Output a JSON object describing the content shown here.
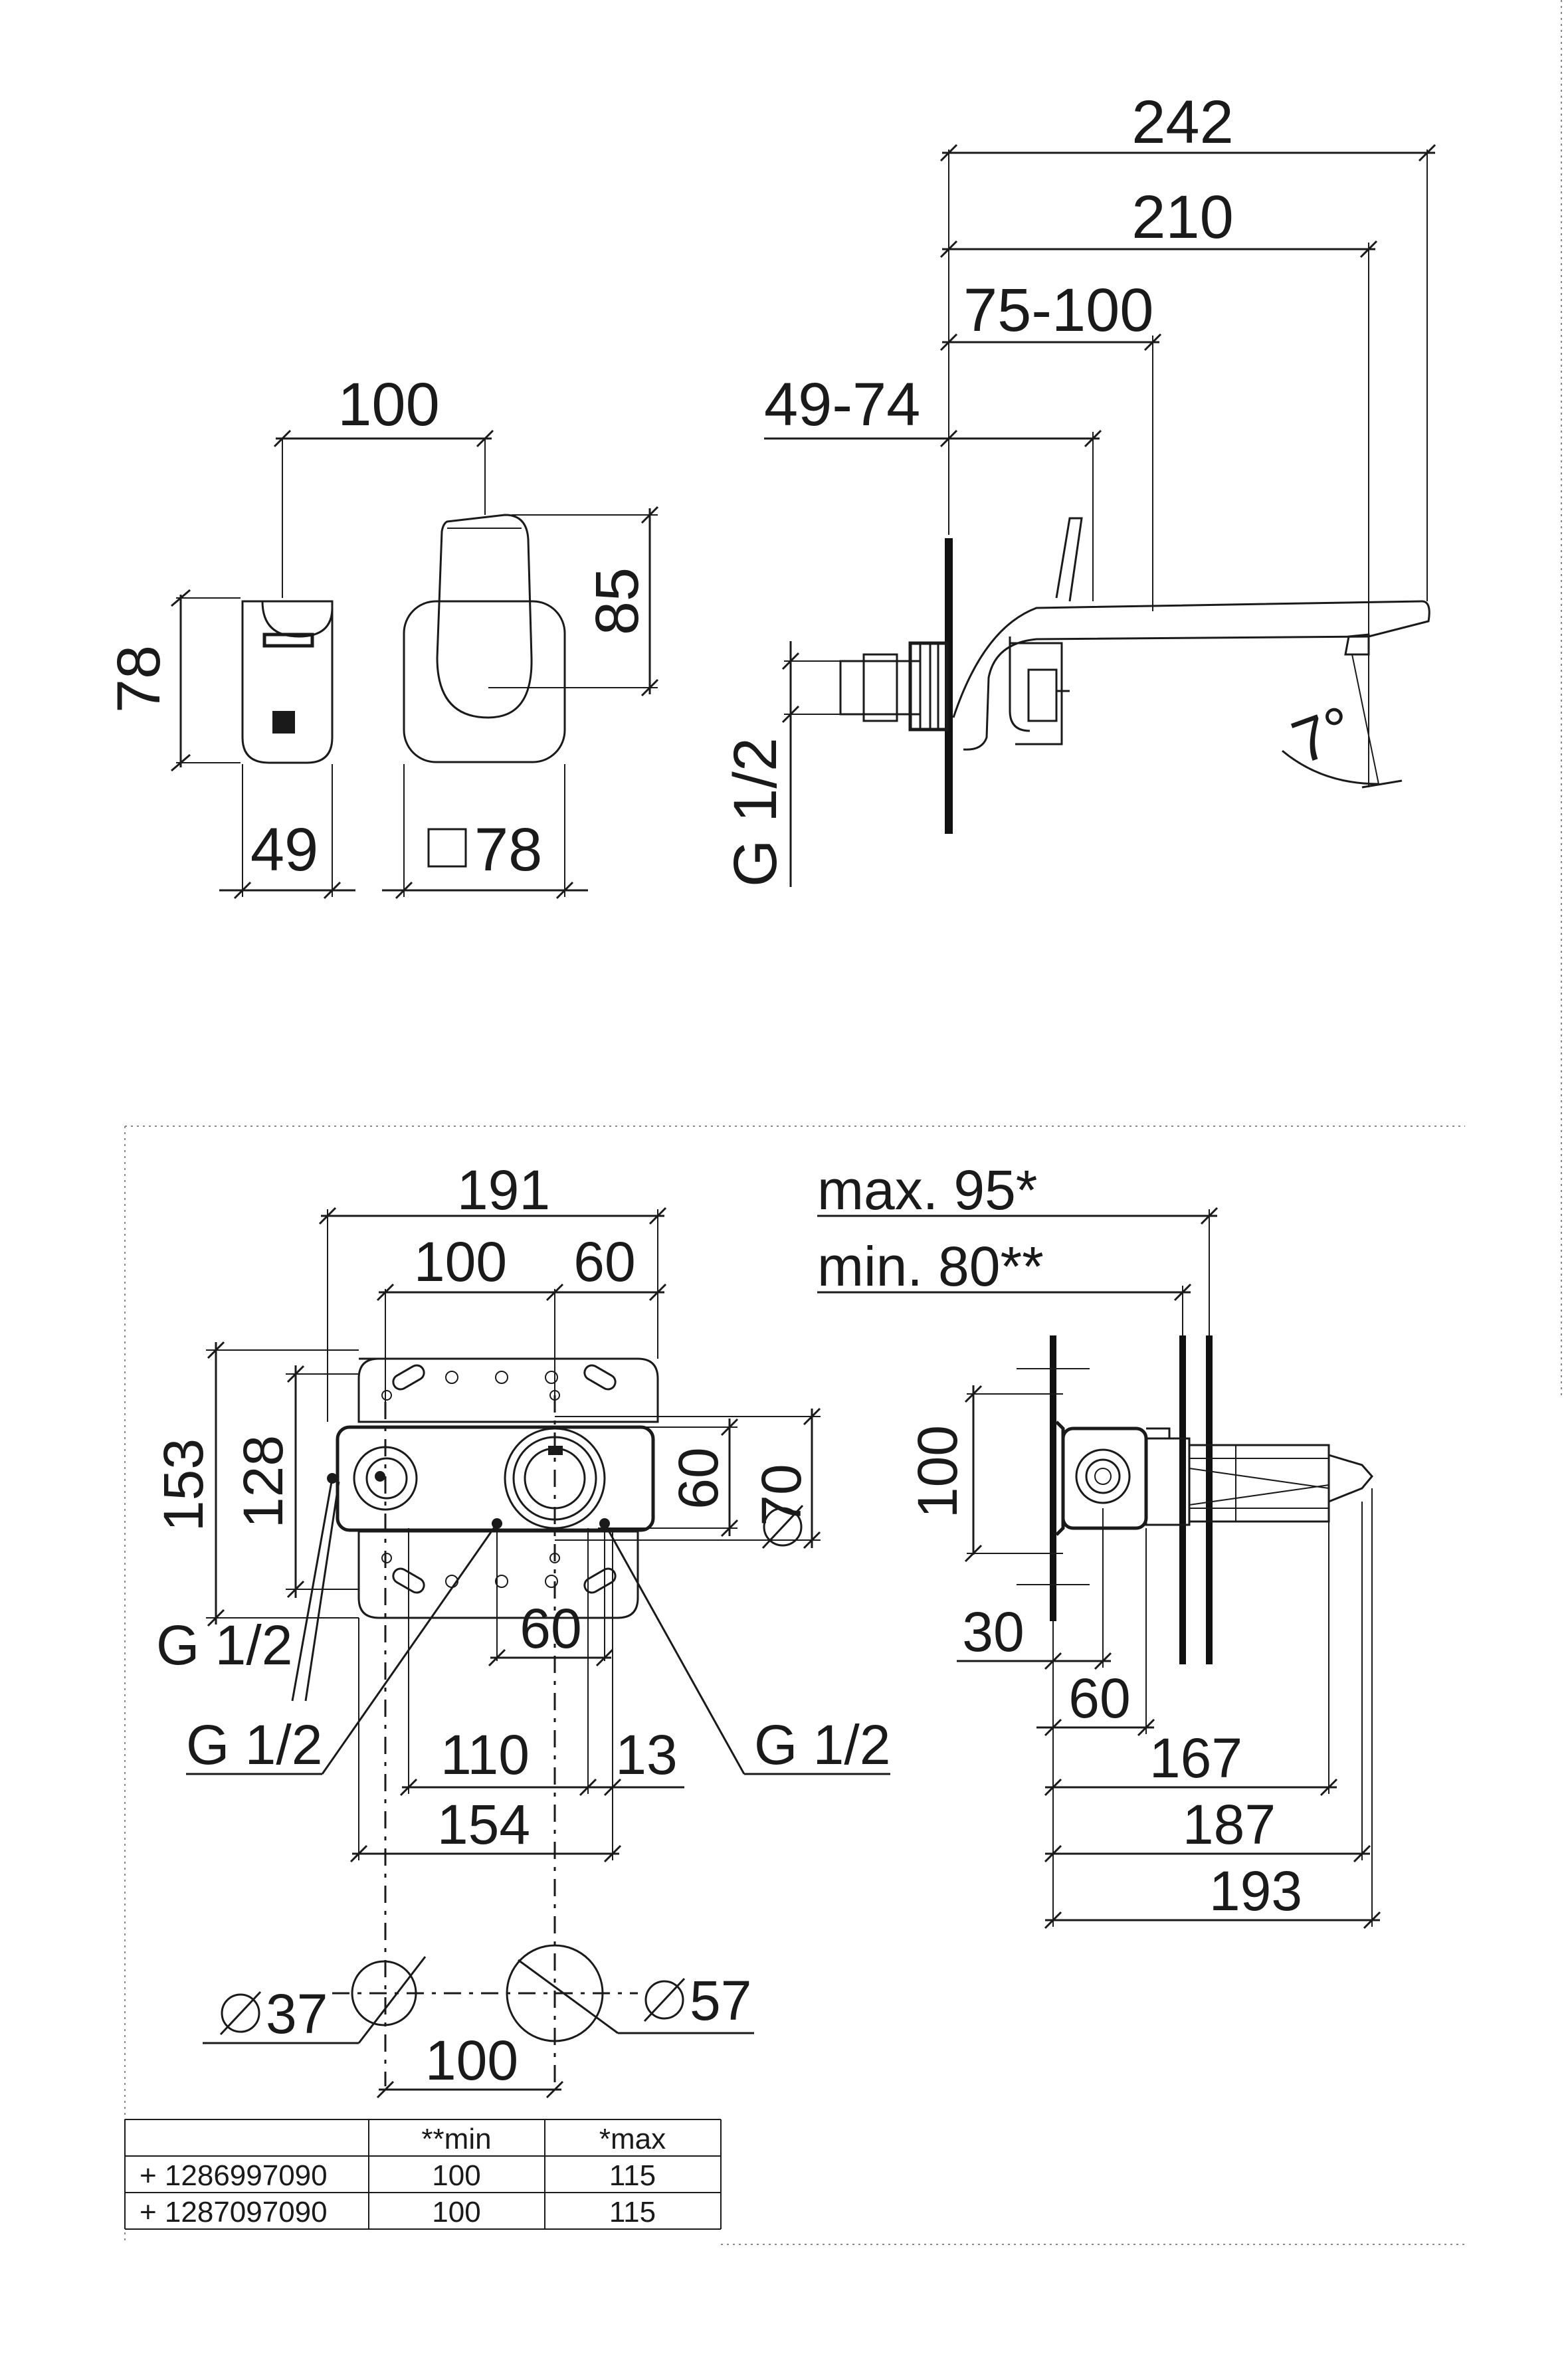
{
  "top_views": {
    "side_view": {
      "height": "78",
      "depth": "49"
    },
    "front_view": {
      "spacing": "100",
      "height": "85",
      "square": "78"
    },
    "spout_view": {
      "overall": "242",
      "reach": "210",
      "range_long": "75-100",
      "range_short": "49-74",
      "thread": "G 1/2",
      "angle": "7°"
    }
  },
  "installation_views": {
    "front": {
      "width": "191",
      "spacing": "100",
      "offset": "60",
      "height_outer": "153",
      "height_inner": "128",
      "body_height": "60",
      "diameter": "70",
      "thread_left": "G 1/2",
      "thread_mid": "G 1/2",
      "thread_right": "G 1/2",
      "lower_offset": "60",
      "span_110": "110",
      "span_13": "13",
      "span_154": "154",
      "hole_small": "37",
      "hole_large": "57",
      "hole_spacing": "100"
    },
    "side": {
      "max_depth": "max. 95*",
      "min_depth": "min. 80**",
      "height": "100",
      "d30": "30",
      "d60": "60",
      "d167": "167",
      "d187": "187",
      "d193": "193"
    }
  },
  "table": {
    "headers": [
      "",
      "**min",
      "*max"
    ],
    "rows": [
      [
        "+ 1286997090",
        "100",
        "115"
      ],
      [
        "+ 1287097090",
        "100",
        "115"
      ]
    ]
  }
}
